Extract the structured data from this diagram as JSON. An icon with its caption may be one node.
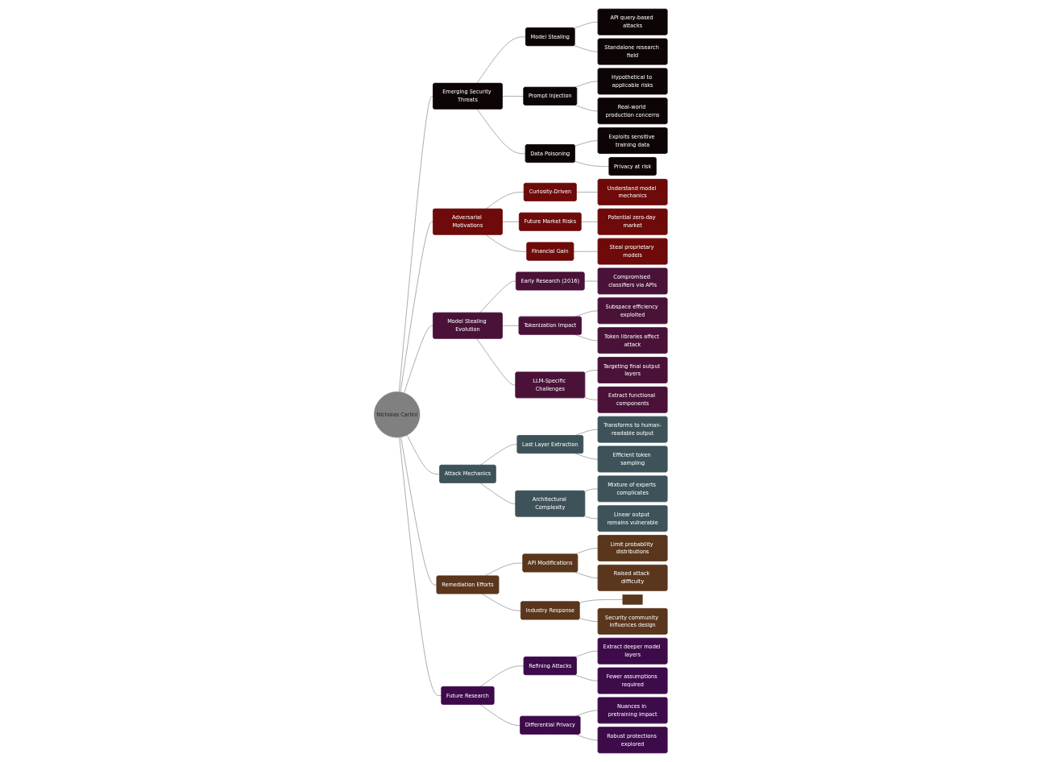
{
  "diagram": {
    "nodes": [
      {
        "text": [
          "Nicholas Carlini"
        ]
      },
      {
        "text": [
          "Emerging Security Threats"
        ]
      },
      {
        "text": [
          "Model Stealing"
        ]
      },
      {
        "text": [
          "API query-based attacks"
        ]
      },
      {
        "text": [
          "Standalone research field"
        ]
      },
      {
        "text": [
          "Prompt Injection"
        ]
      },
      {
        "text": [
          "Hypothetical to applicable risks"
        ]
      },
      {
        "text": [
          "Real-world production concerns"
        ]
      },
      {
        "text": [
          "Data Poisoning"
        ]
      },
      {
        "text": [
          "Exploits sensitive training data"
        ]
      },
      {
        "text": [
          "Privacy at risk"
        ]
      },
      {
        "text": [
          "Adversarial Motivations"
        ]
      },
      {
        "text": [
          "Curiosity-Driven"
        ]
      },
      {
        "text": [
          "Understand model mechanics"
        ]
      },
      {
        "text": [
          "Future Market Risks"
        ]
      },
      {
        "text": [
          "Potential zero-day market"
        ]
      },
      {
        "text": [
          "Financial Gain"
        ]
      },
      {
        "text": [
          "Steal proprietary models"
        ]
      },
      {
        "text": [
          "Model Stealing Evolution"
        ]
      },
      {
        "text": [
          "Early Research (2016)"
        ]
      },
      {
        "text": [
          "Compromised classifiers via APIs"
        ]
      },
      {
        "text": [
          "Tokenization Impact"
        ]
      },
      {
        "text": [
          "Subspace efficiency exploited"
        ]
      },
      {
        "text": [
          "Token libraries affect attack"
        ]
      },
      {
        "text": [
          "LLM-Specific Challenges"
        ]
      },
      {
        "text": [
          "Targeting final output layers"
        ]
      },
      {
        "text": [
          "Extract functional components"
        ]
      },
      {
        "text": [
          "Attack Mechanics"
        ]
      },
      {
        "text": [
          "Last Layer Extraction"
        ]
      },
      {
        "text": [
          "Transforms to human-readable output"
        ]
      },
      {
        "text": [
          "Efficient token sampling"
        ]
      },
      {
        "text": [
          "Architectural Complexity"
        ]
      },
      {
        "text": [
          "Mixture of experts complicates"
        ]
      },
      {
        "text": [
          "Linear output remains vulnerable"
        ]
      },
      {
        "text": [
          "Remediation Efforts"
        ]
      },
      {
        "text": [
          "API Modifications"
        ]
      },
      {
        "text": [
          "Limit probability distributions"
        ]
      },
      {
        "text": [
          "Raised attack difficulty"
        ]
      },
      {
        "text": [
          "Industry Response"
        ]
      },
      {
        "text": [],
        "shape": "box"
      },
      {
        "text": [
          "Security community influences design"
        ]
      },
      {
        "text": [
          "Future Research"
        ]
      },
      {
        "text": [
          "Refining Attacks"
        ]
      },
      {
        "text": [
          "Extract deeper model layers"
        ]
      },
      {
        "text": [
          "Fewer assumptions required"
        ]
      },
      {
        "text": [
          "Differential Privacy"
        ]
      },
      {
        "text": [
          "Nuances in pretraining impact"
        ]
      },
      {
        "text": [
          "Robust protections explored"
        ]
      }
    ],
    "edges": [
      {
        "from": 0,
        "to": 1,
        "arrow": "none"
      },
      {
        "from": 1,
        "to": 2,
        "arrow": "none"
      },
      {
        "from": 2,
        "to": 3,
        "arrow": "none"
      },
      {
        "from": 2,
        "to": 4,
        "arrow": "none"
      },
      {
        "from": 1,
        "to": 5,
        "arrow": "none"
      },
      {
        "from": 5,
        "to": 6,
        "arrow": "none"
      },
      {
        "from": 5,
        "to": 7,
        "arrow": "none"
      },
      {
        "from": 1,
        "to": 8,
        "arrow": "none"
      },
      {
        "from": 8,
        "to": 9,
        "arrow": "none"
      },
      {
        "from": 8,
        "to": 10,
        "arrow": "none"
      },
      {
        "from": 0,
        "to": 11,
        "arrow": "none"
      },
      {
        "from": 11,
        "to": 12,
        "arrow": "none"
      },
      {
        "from": 12,
        "to": 13,
        "arrow": "none"
      },
      {
        "from": 11,
        "to": 14,
        "arrow": "none"
      },
      {
        "from": 14,
        "to": 15,
        "arrow": "none"
      },
      {
        "from": 11,
        "to": 16,
        "arrow": "none"
      },
      {
        "from": 16,
        "to": 17,
        "arrow": "none"
      },
      {
        "from": 0,
        "to": 18,
        "arrow": "none"
      },
      {
        "from": 18,
        "to": 19,
        "arrow": "none"
      },
      {
        "from": 19,
        "to": 20,
        "arrow": "none"
      },
      {
        "from": 18,
        "to": 21,
        "arrow": "none"
      },
      {
        "from": 21,
        "to": 22,
        "arrow": "none"
      },
      {
        "from": 21,
        "to": 23,
        "arrow": "none"
      },
      {
        "from": 18,
        "to": 24,
        "arrow": "none"
      },
      {
        "from": 24,
        "to": 25,
        "arrow": "none"
      },
      {
        "from": 24,
        "to": 26,
        "arrow": "none"
      },
      {
        "from": 0,
        "to": 27,
        "arrow": "none"
      },
      {
        "from": 27,
        "to": 28,
        "arrow": "none"
      },
      {
        "from": 28,
        "to": 29,
        "arrow": "none"
      },
      {
        "from": 28,
        "to": 30,
        "arrow": "none"
      },
      {
        "from": 27,
        "to": 31,
        "arrow": "none"
      },
      {
        "from": 31,
        "to": 32,
        "arrow": "none"
      },
      {
        "from": 31,
        "to": 33,
        "arrow": "none"
      },
      {
        "from": 0,
        "to": 34,
        "arrow": "none"
      },
      {
        "from": 34,
        "to": 35,
        "arrow": "none"
      },
      {
        "from": 35,
        "to": 36,
        "arrow": "none"
      },
      {
        "from": 35,
        "to": 37,
        "arrow": "none"
      },
      {
        "from": 34,
        "to": 38,
        "arrow": "none"
      },
      {
        "from": 38,
        "to": 39,
        "arrow": "none"
      },
      {
        "from": 38,
        "to": 40,
        "arrow": "none"
      },
      {
        "from": 0,
        "to": 41,
        "arrow": "none"
      },
      {
        "from": 41,
        "to": 42,
        "arrow": "none"
      },
      {
        "from": 42,
        "to": 43,
        "arrow": "none"
      },
      {
        "from": 42,
        "to": 44,
        "arrow": "none"
      },
      {
        "from": 41,
        "to": 45,
        "arrow": "none"
      },
      {
        "from": 45,
        "to": 46,
        "arrow": "none"
      },
      {
        "from": 45,
        "to": 47,
        "arrow": "none"
      }
    ]
  }
}
